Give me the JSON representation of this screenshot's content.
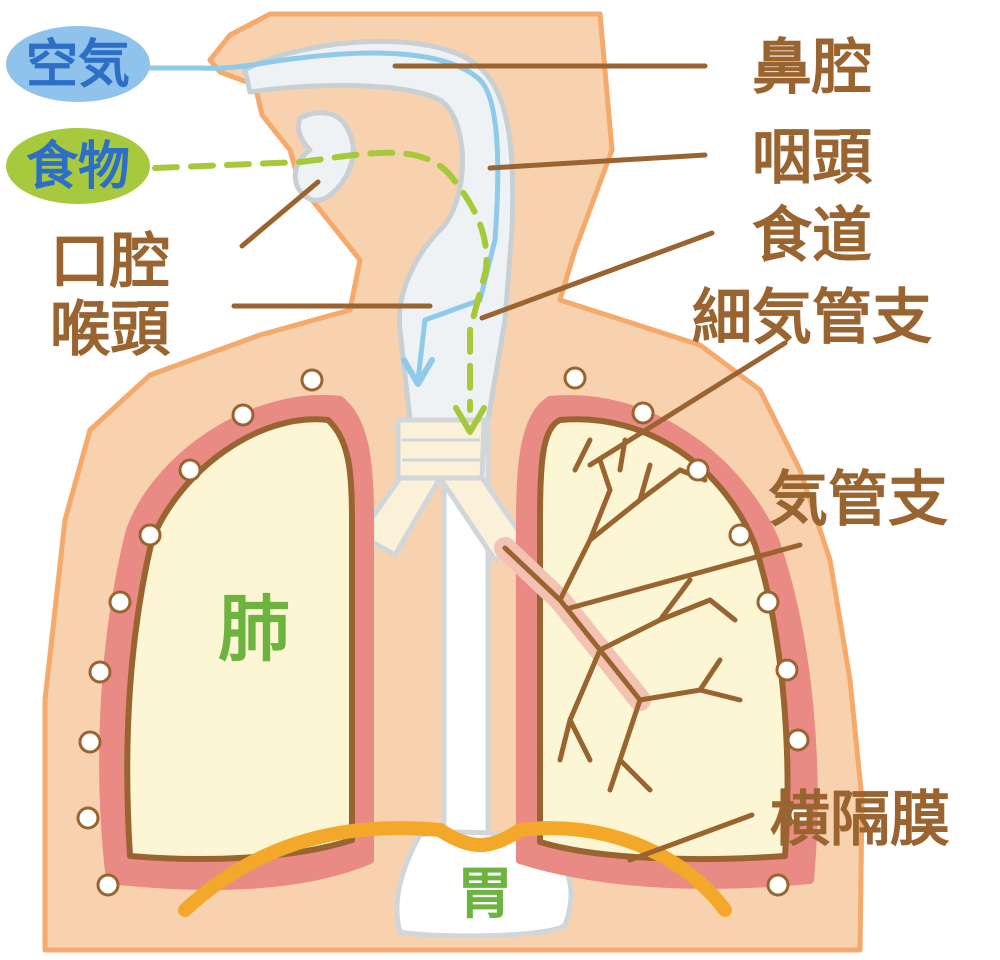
{
  "labels": {
    "air": "空気",
    "food": "食物",
    "nasal_cavity": "鼻腔",
    "pharynx": "咽頭",
    "esophagus": "食道",
    "bronchioles": "細気管支",
    "bronchi": "気管支",
    "diaphragm": "横隔膜",
    "oral_cavity": "口腔",
    "larynx": "喉頭",
    "lung": "肺",
    "stomach": "胃"
  },
  "colors": {
    "skin": "#f8d2ae",
    "skin_outline": "#f5a96a",
    "airway": "#eef2f4",
    "airway_outline": "#c8d0d4",
    "lung_fill": "#fcf6d4",
    "lung_outline": "#9a6430",
    "pleura": "#e98a84",
    "bronchi": "#f4c2b2",
    "leader_line": "#9a6430",
    "air_path": "#8fcaeb",
    "food_path": "#a6c93a",
    "air_bubble": "#8fc3ec",
    "food_bubble": "#a7c93d",
    "label_text": "#9a6430",
    "lung_text": "#6db33f",
    "diaphragm": "#f3a82a"
  }
}
